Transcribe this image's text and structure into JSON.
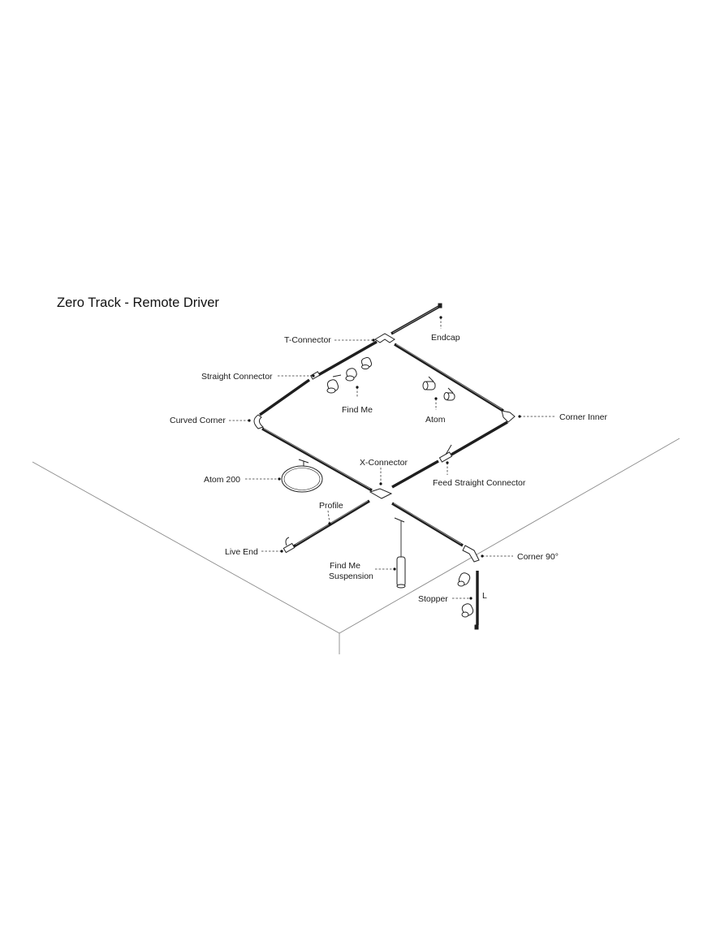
{
  "title": "Zero Track - Remote Driver",
  "labels": {
    "endcap": "Endcap",
    "t_connector": "T-Connector",
    "straight_connector": "Straight Connector",
    "find_me": "Find Me",
    "atom": "Atom",
    "curved_corner": "Curved Corner",
    "corner_inner": "Corner Inner",
    "x_connector": "X-Connector",
    "atom_200": "Atom 200",
    "feed_straight_connector": "Feed Straight Connector",
    "profile": "Profile",
    "live_end": "Live End",
    "corner_90": "Corner 90°",
    "find_me_suspension_line1": "Find Me",
    "find_me_suspension_line2": "Suspension",
    "stopper": "Stopper",
    "length": "L"
  },
  "colors": {
    "track": "#1e1e1e",
    "floor_outline": "#8a8a8a",
    "leader_line": "#333333"
  }
}
